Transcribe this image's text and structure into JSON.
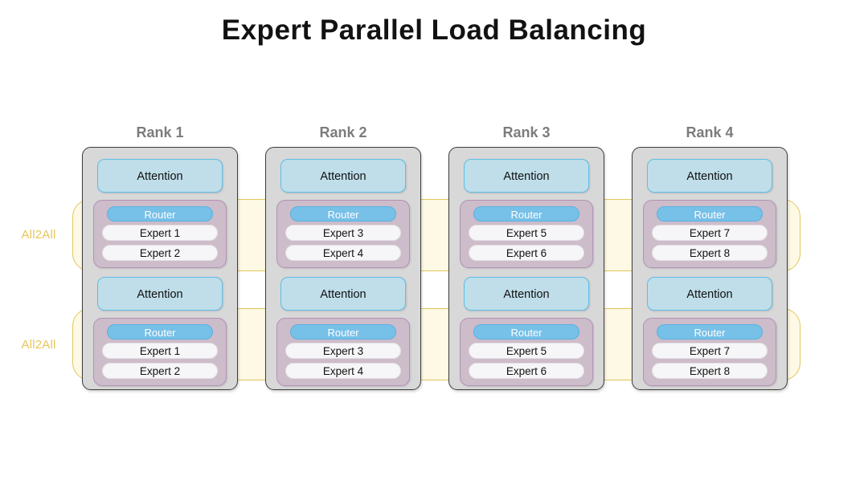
{
  "title": "Expert Parallel Load Balancing",
  "colors": {
    "background": "#ffffff",
    "title_text": "#121212",
    "rank_title_text": "#7c7c7c",
    "rank_box_fill": "#d8d8d8",
    "rank_box_border": "#3d3d3d",
    "attention_fill": "#bfdeea",
    "attention_border": "#5cbfe6",
    "moe_fill": "#cdbcc9",
    "moe_border": "#b193b4",
    "router_fill": "#77c0e8",
    "router_text": "#ffffff",
    "expert_fill": "#f6f5f7",
    "expert_text": "#121212",
    "all2all_border": "#e3c65b",
    "all2all_fill": "rgba(250, 240, 190, 0.42)",
    "all2all_text": "#e8c55a"
  },
  "all2all_bands": [
    {
      "label": "All2All"
    },
    {
      "label": "All2All"
    }
  ],
  "ranks": [
    {
      "title": "Rank 1",
      "layers": [
        {
          "attention": "Attention",
          "router": "Router",
          "experts": [
            "Expert 1",
            "Expert 2"
          ]
        },
        {
          "attention": "Attention",
          "router": "Router",
          "experts": [
            "Expert 1",
            "Expert 2"
          ]
        }
      ]
    },
    {
      "title": "Rank 2",
      "layers": [
        {
          "attention": "Attention",
          "router": "Router",
          "experts": [
            "Expert 3",
            "Expert 4"
          ]
        },
        {
          "attention": "Attention",
          "router": "Router",
          "experts": [
            "Expert 3",
            "Expert 4"
          ]
        }
      ]
    },
    {
      "title": "Rank 3",
      "layers": [
        {
          "attention": "Attention",
          "router": "Router",
          "experts": [
            "Expert 5",
            "Expert 6"
          ]
        },
        {
          "attention": "Attention",
          "router": "Router",
          "experts": [
            "Expert 5",
            "Expert 6"
          ]
        }
      ]
    },
    {
      "title": "Rank 4",
      "layers": [
        {
          "attention": "Attention",
          "router": "Router",
          "experts": [
            "Expert 7",
            "Expert 8"
          ]
        },
        {
          "attention": "Attention",
          "router": "Router",
          "experts": [
            "Expert 7",
            "Expert 8"
          ]
        }
      ]
    }
  ]
}
